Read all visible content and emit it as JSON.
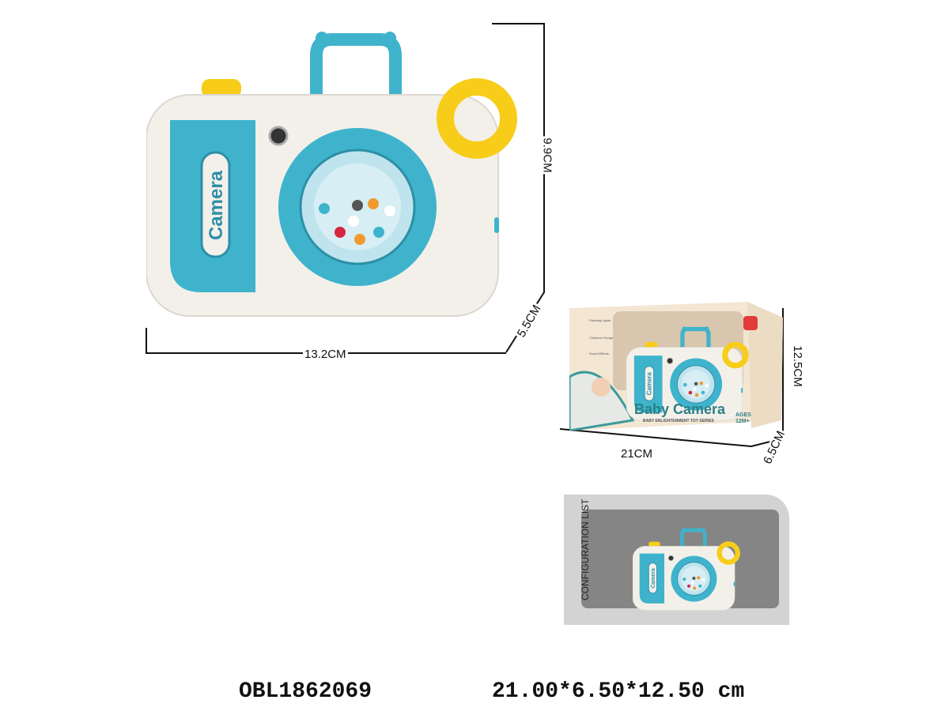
{
  "product": {
    "camera_label": "Camera",
    "dimensions": {
      "width": "13.2CM",
      "height": "9.9CM",
      "depth": "5.5CM"
    }
  },
  "package": {
    "title": "Baby Camera",
    "subtitle": "BABY ENLIGHTENMENT TOY SERIES",
    "ages": "AGES 12M+",
    "features": [
      "Flashing Lights",
      "Children's Songs",
      "Sound Effects"
    ],
    "dimensions": {
      "width": "21CM",
      "height": "12.5CM",
      "depth": "6.5CM"
    }
  },
  "configuration": {
    "label": "CONFIGURATION LIST"
  },
  "footer": {
    "item_code": "OBL1862069",
    "size": "21.00*6.50*12.50 cm"
  },
  "colors": {
    "accent_blue": "#3fb3cc",
    "yellow": "#f7cd1a",
    "body": "#f3f0ea",
    "box": "#f3e6d3"
  }
}
